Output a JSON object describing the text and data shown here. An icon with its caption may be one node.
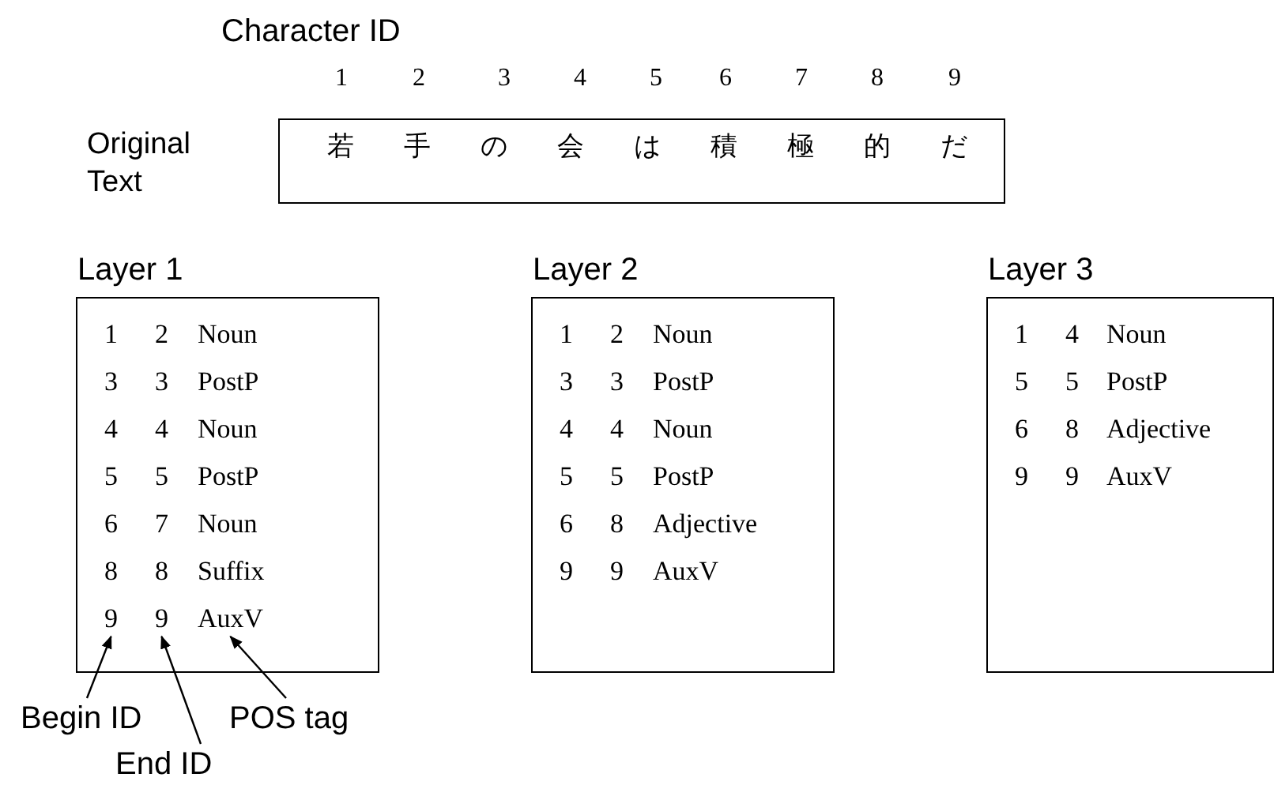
{
  "diagram": {
    "nodes": [
      {
        "text": [
          "Original Text",
          "若手の会は積極的だ"
        ]
      },
      {
        "text": [
          "Layer 1",
          "1",
          "2",
          "Noun",
          "3",
          "3",
          "PostP",
          "4",
          "4",
          "Noun",
          "5",
          "5",
          "PostP",
          "6",
          "7",
          "Noun",
          "8",
          "8",
          "Suffix",
          "9",
          "9",
          "AuxV"
        ]
      },
      {
        "text": [
          "Layer 2",
          "1",
          "2",
          "Noun",
          "3",
          "3",
          "PostP",
          "4",
          "4",
          "Noun",
          "5",
          "5",
          "PostP",
          "6",
          "8",
          "Adjective",
          "9",
          "9",
          "AuxV"
        ]
      },
      {
        "text": [
          "Layer 3",
          "1",
          "4",
          "Noun",
          "5",
          "5",
          "PostP",
          "6",
          "8",
          "Adjective",
          "9",
          "9",
          "AuxV"
        ]
      },
      {
        "text": [
          "Begin ID"
        ]
      },
      {
        "text": [
          "End ID"
        ]
      },
      {
        "text": [
          "POS tag"
        ]
      }
    ],
    "edges": [
      {
        "from": 4,
        "to": 1,
        "arrow": "to"
      },
      {
        "from": 5,
        "to": 1,
        "arrow": "to"
      },
      {
        "from": 6,
        "to": 1,
        "arrow": "to"
      }
    ],
    "labels": [
      "Character ID",
      "1",
      "2",
      "3",
      "4",
      "5",
      "6",
      "7",
      "8",
      "9"
    ]
  }
}
